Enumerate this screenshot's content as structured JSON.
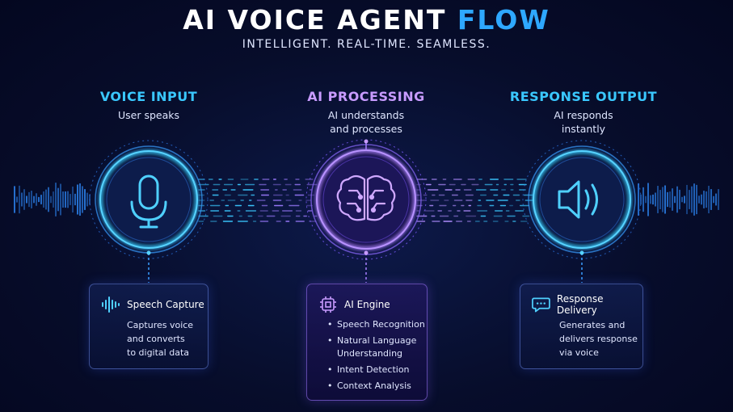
{
  "header": {
    "title_main": "AI VOICE AGENT ",
    "title_accent": "FLOW",
    "subtitle": "INTELLIGENT. REAL-TIME. SEAMLESS."
  },
  "colors": {
    "voice": "#3ac8ff",
    "processing": "#c89bff",
    "output": "#3ac8ff",
    "accent": "#2ea8ff"
  },
  "stages": [
    {
      "title": "VOICE INPUT",
      "subtitle_lines": [
        "User speaks"
      ],
      "icon": "microphone-icon",
      "card": {
        "icon": "waveform-icon",
        "title": "Speech Capture",
        "lines": [
          "Captures voice",
          "and converts",
          "to digital data"
        ]
      }
    },
    {
      "title": "AI PROCESSING",
      "subtitle_lines": [
        "AI understands",
        "and processes"
      ],
      "icon": "brain-circuit-icon",
      "card": {
        "icon": "chip-icon",
        "title": "AI Engine",
        "items": [
          "Speech Recognition",
          "Natural Language Understanding",
          "Intent Detection",
          "Context Analysis"
        ]
      }
    },
    {
      "title": "RESPONSE OUTPUT",
      "subtitle_lines": [
        "AI responds",
        "instantly"
      ],
      "icon": "speaker-icon",
      "card": {
        "icon": "chat-bubble-icon",
        "title": "Response Delivery",
        "lines": [
          "Generates and",
          "delivers response",
          "via voice"
        ]
      }
    }
  ]
}
